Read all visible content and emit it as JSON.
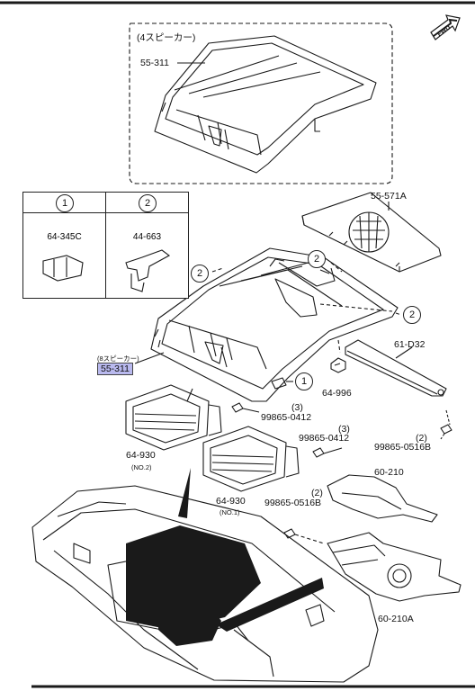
{
  "diagram": {
    "top_inset_label": "(4スピーカー)",
    "highlight_prefix": "(8スピーカー)",
    "fwd_label": "FWD",
    "legend": [
      {
        "callout": "1",
        "part": "64-345C"
      },
      {
        "callout": "2",
        "part": "44-663"
      }
    ],
    "callouts": [
      "2",
      "2",
      "2",
      "1"
    ],
    "parts": {
      "p55_311_top": "55-311",
      "p55_311_main": "55-311",
      "p55_571a": "55-571A",
      "p61_d32": "61-D32",
      "p64_996": "64-996",
      "p99865_0412_a_qty": "(3)",
      "p99865_0412_a": "99865-0412",
      "p99865_0412_b_qty": "(3)",
      "p99865_0412_b": "99865-0412",
      "p99865_0516b_a_qty": "(2)",
      "p99865_0516b_a": "99865-0516B",
      "p99865_0516b_b_qty": "(2)",
      "p99865_0516b_b": "99865-0516B",
      "p64_930_no2": "64-930",
      "p64_930_no2_sub": "(NO.2)",
      "p64_930_no1": "64-930",
      "p64_930_no1_sub": "(NO.1)",
      "p60_210": "60-210",
      "p60_210a": "60-210A"
    }
  }
}
